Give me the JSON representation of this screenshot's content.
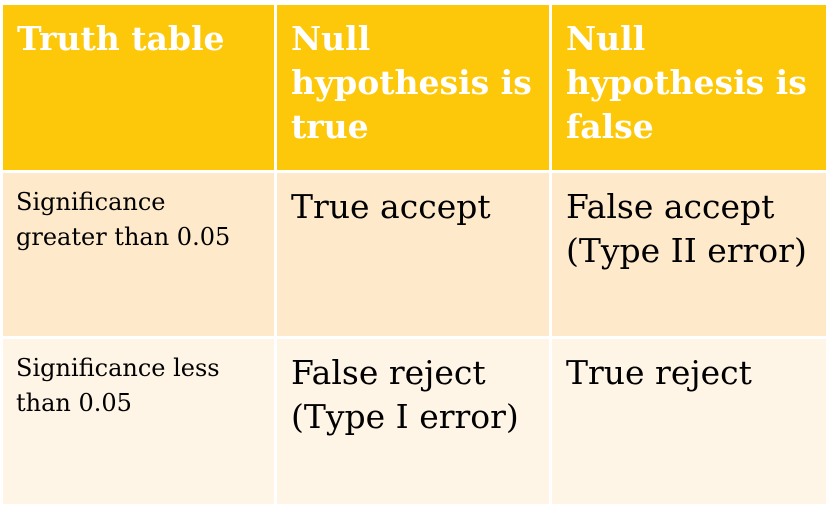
{
  "table": {
    "header": {
      "corner": "Truth table",
      "col_null_true": "Null hypothesis is true",
      "col_null_false": "Null hypothesis is false"
    },
    "rows": [
      {
        "label": "Significance greater than 0.05",
        "null_true": "True accept",
        "null_false": "False accept (Type II error)"
      },
      {
        "label": "Significance less than 0.05",
        "null_true": "False reject (Type I error)",
        "null_false": "True reject"
      }
    ]
  },
  "colors": {
    "header_background": "#fdc80a",
    "header_text": "#ffffff",
    "row_1_background": "#feeacb",
    "row_2_background": "#fff5e6",
    "body_text": "#000000"
  }
}
